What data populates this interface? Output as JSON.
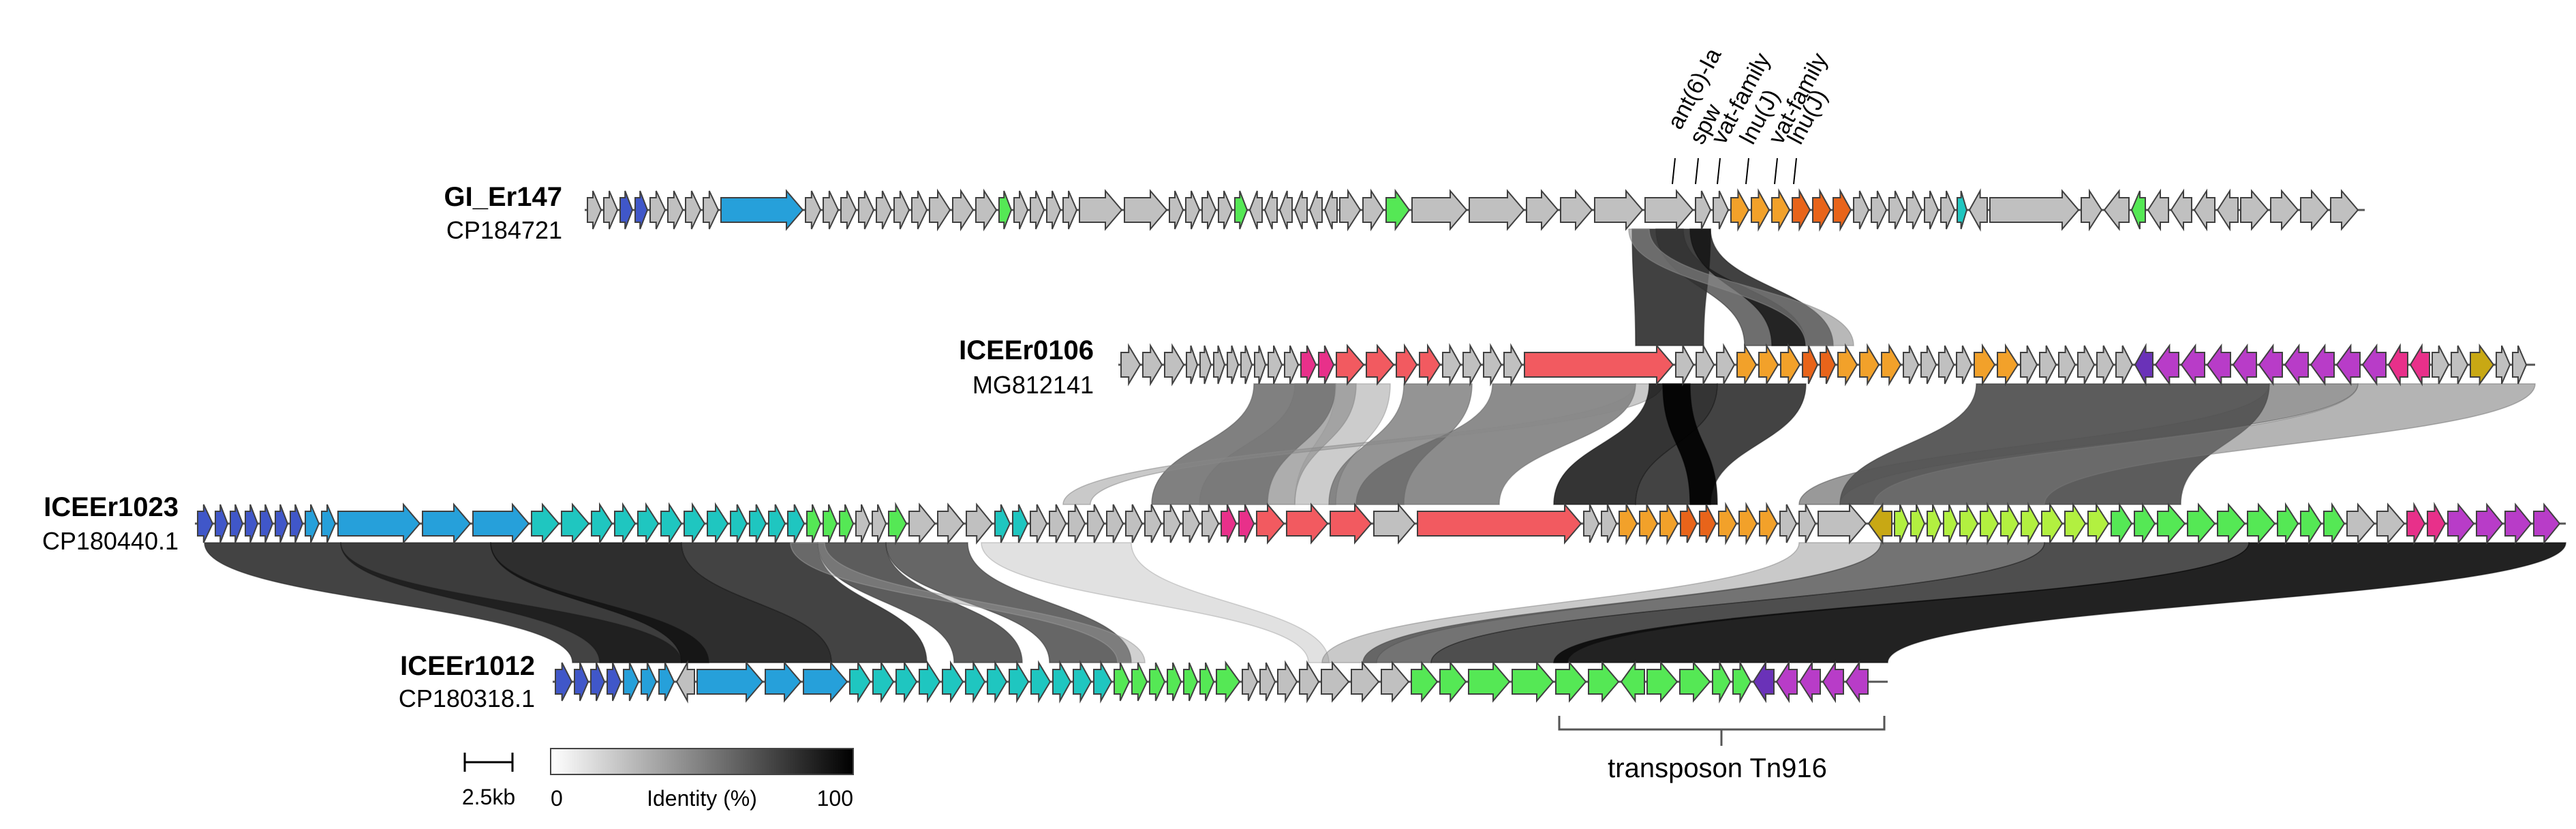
{
  "tracks": [
    {
      "name": "GI_Er147",
      "accession": "CP184721"
    },
    {
      "name": "ICEEr0106",
      "accession": "MG812141"
    },
    {
      "name": "ICEEr1023",
      "accession": "CP180440.1"
    },
    {
      "name": "ICEEr1012",
      "accession": "CP180318.1"
    }
  ],
  "gene_labels": [
    "ant(6)-Ia",
    "spw",
    "vat-family",
    "lnu(J)",
    "vat-family",
    "lnu(J)"
  ],
  "annotation": {
    "transposon": "transposon Tn916"
  },
  "scale_bar": {
    "label": "2.5kb"
  },
  "legend": {
    "title": "Identity (%)",
    "min": "0",
    "max": "100",
    "gradient": [
      "#ffffff",
      "#000000"
    ]
  },
  "colors": {
    "gray": "#c0c0c0",
    "dark_blue": "#4057c9",
    "blue": "#26a0da",
    "teal": "#1fc6c0",
    "green": "#55e855",
    "lime": "#b2f040",
    "orange": "#f2a12a",
    "dark_orange": "#e8641a",
    "red": "#f25a60",
    "pink": "#e8308a",
    "magenta": "#b83cc8",
    "purple": "#6a32b8",
    "olive": "#c8a814",
    "outline": "#404040"
  }
}
